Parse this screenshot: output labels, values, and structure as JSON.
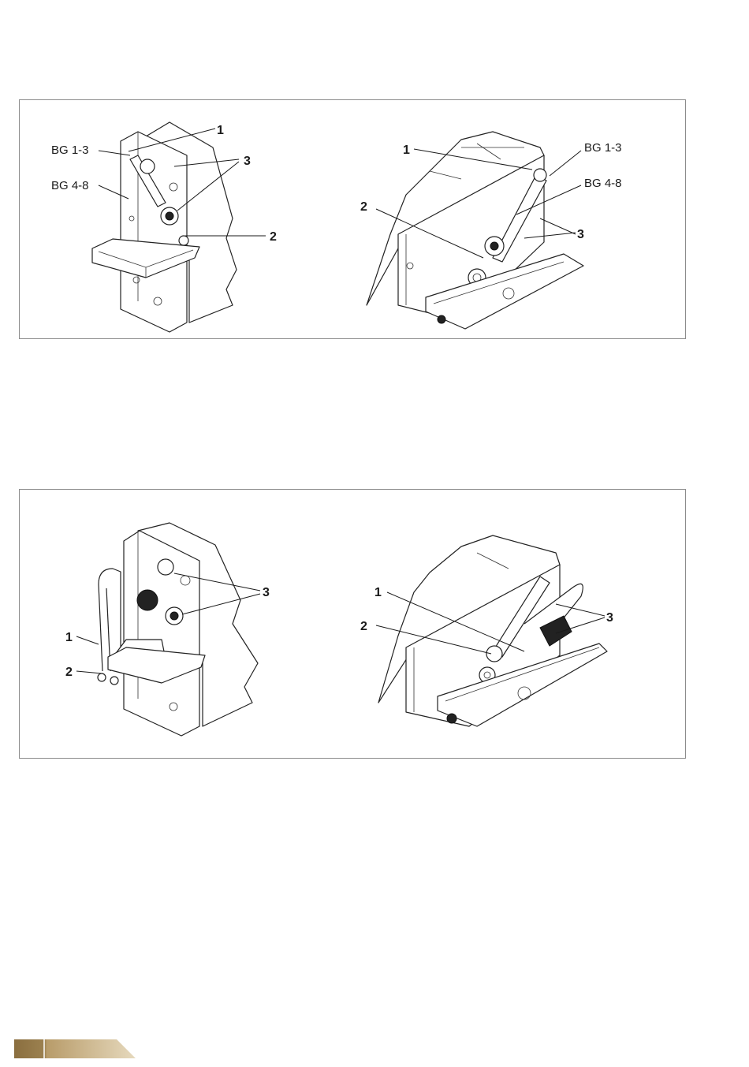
{
  "figure_top": {
    "left_view": {
      "callouts": {
        "c1": "1",
        "c2": "2",
        "c3": "3",
        "bg13": "BG 1-3",
        "bg48": "BG 4-8"
      }
    },
    "right_view": {
      "callouts": {
        "c1": "1",
        "c2": "2",
        "c3": "3",
        "bg13": "BG 1-3",
        "bg48": "BG 4-8"
      }
    }
  },
  "figure_bottom": {
    "left_view": {
      "callouts": {
        "c1": "1",
        "c2": "2",
        "c3": "3"
      }
    },
    "right_view": {
      "callouts": {
        "c1": "1",
        "c2": "2",
        "c3": "3"
      }
    }
  },
  "footer": {
    "accent_colors": [
      "#8a6e3f",
      "#c9b48a",
      "#e6d9bd"
    ]
  }
}
